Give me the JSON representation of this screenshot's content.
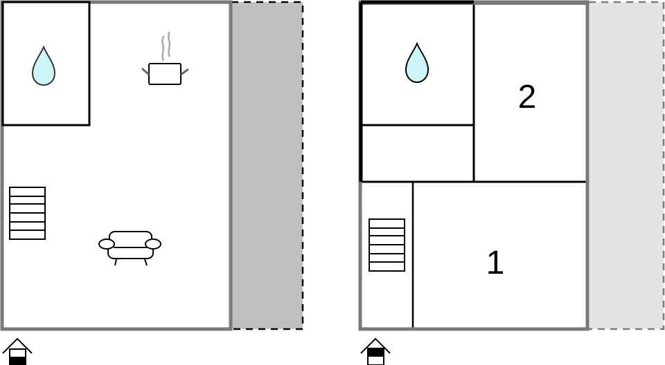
{
  "floor_plan": {
    "colors": {
      "outer_wall": "#7a7a7a",
      "inner_wall": "#000000",
      "terrace_ground": "#c0c0c0",
      "terrace_upper": "#e4e4e4",
      "water_drop": "#ccf5fa",
      "steam": "#a8a8a8",
      "pot_handle": "#666666"
    },
    "floors": [
      {
        "id": "ground-floor",
        "indicator": "ground-floor-indicator-icon",
        "rooms": [
          {
            "id": "bathroom",
            "icon": "water-drop-icon"
          },
          {
            "id": "kitchen",
            "icon": "cooking-pot-icon"
          },
          {
            "id": "stairs",
            "icon": "stairs-icon"
          },
          {
            "id": "living-room",
            "icon": "sofa-icon"
          },
          {
            "id": "terrace",
            "icon": ""
          }
        ]
      },
      {
        "id": "upper-floor",
        "indicator": "upper-floor-indicator-icon",
        "rooms": [
          {
            "id": "bathroom",
            "icon": "water-drop-icon"
          },
          {
            "id": "storage",
            "icon": ""
          },
          {
            "id": "bedroom-2",
            "label": "2"
          },
          {
            "id": "stairs",
            "icon": "stairs-icon"
          },
          {
            "id": "bedroom-1",
            "label": "1"
          },
          {
            "id": "balcony",
            "icon": ""
          }
        ]
      }
    ]
  }
}
